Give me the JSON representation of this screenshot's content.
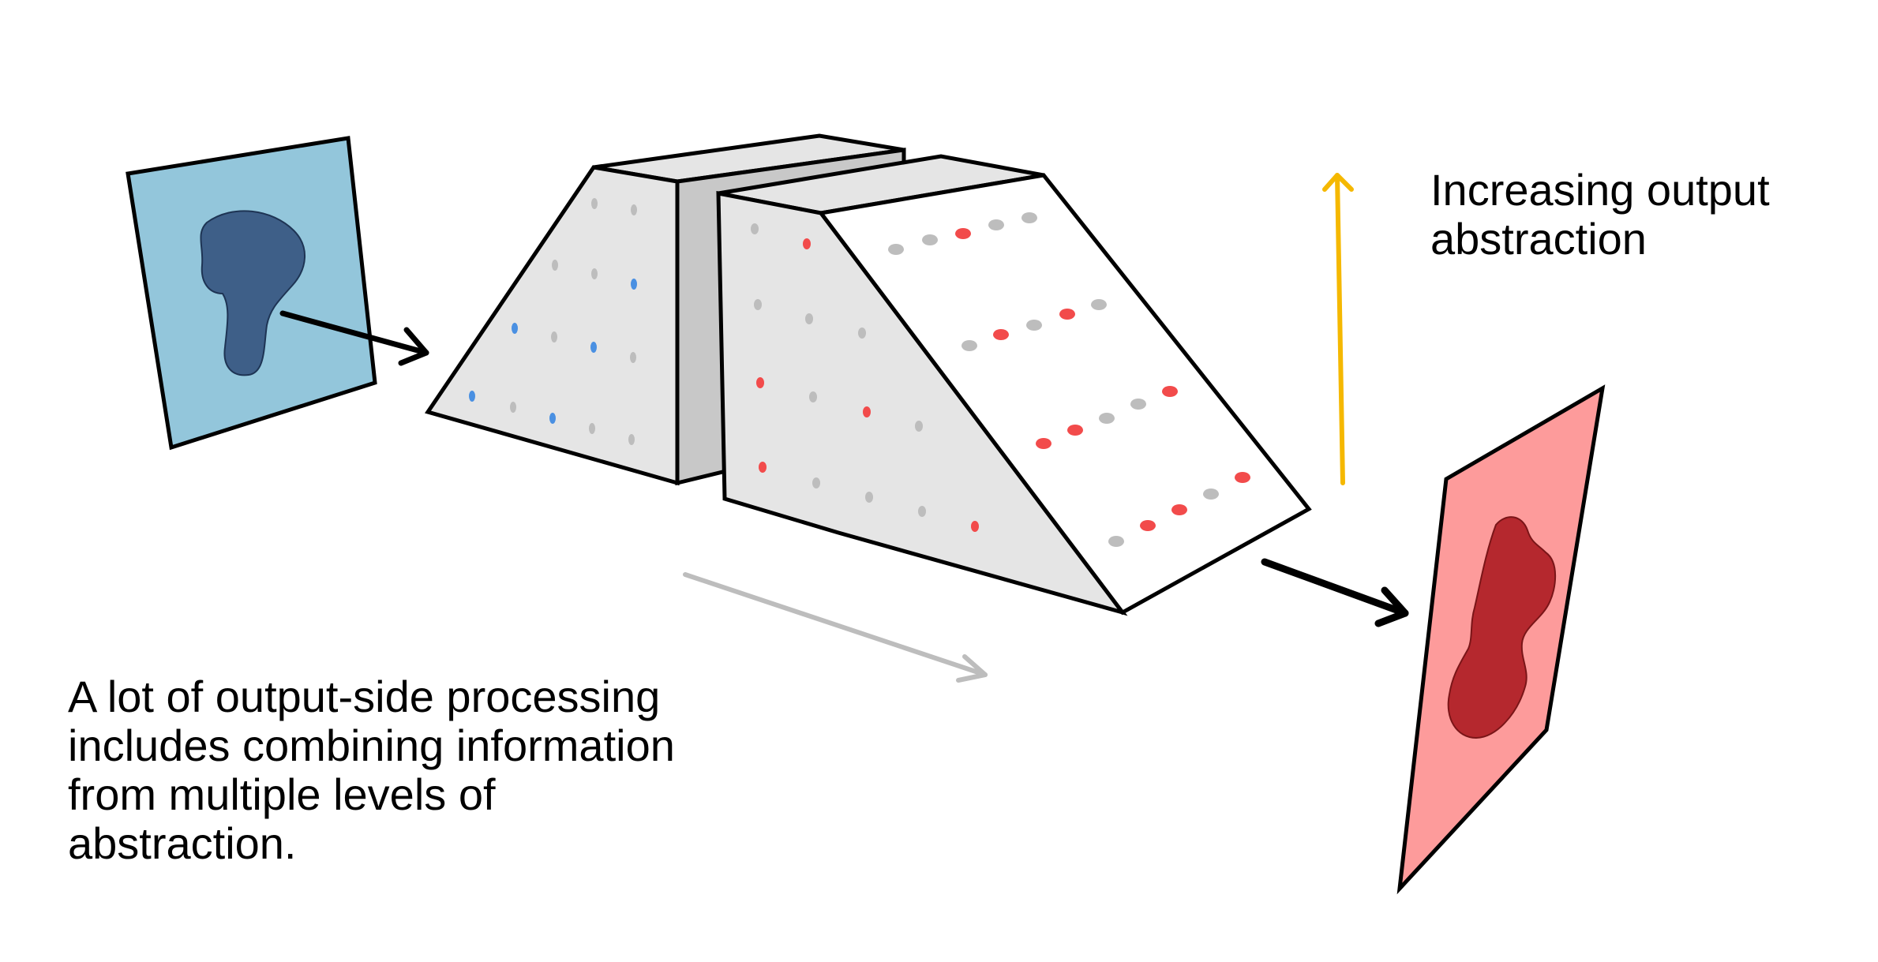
{
  "annotations": {
    "abstraction_lines": [
      "Increasing output",
      "abstraction"
    ],
    "processing_lines": [
      "A lot of output-side processing",
      "includes combining information",
      "from multiple levels of",
      "abstraction."
    ]
  },
  "colors": {
    "input_panel": "#93c6db",
    "input_blob": "#3e5f88",
    "output_panel": "#fd9b9b",
    "output_blob": "#b5282e",
    "block_face": "#e5e5e5",
    "block_side": "#c8c8c8",
    "node_neutral": "#bdbdbd",
    "node_input": "#4a90e2",
    "node_output": "#f24b4b",
    "arrow_main": "#000000",
    "arrow_flow": "#bdbdbd",
    "arrow_abstraction": "#f5b800"
  }
}
